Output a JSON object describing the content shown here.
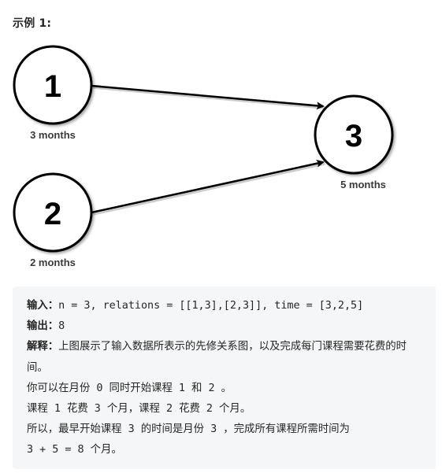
{
  "heading": "示例 1:",
  "diagram": {
    "nodes": [
      {
        "id": "1",
        "label": "1",
        "duration": "3 months"
      },
      {
        "id": "2",
        "label": "2",
        "duration": "2 months"
      },
      {
        "id": "3",
        "label": "3",
        "duration": "5 months"
      }
    ],
    "edges": [
      {
        "from": "1",
        "to": "3"
      },
      {
        "from": "2",
        "to": "3"
      }
    ]
  },
  "example": {
    "input_label": "输入：",
    "input_value": "n = 3, relations = [[1,3],[2,3]], time = [3,2,5]",
    "output_label": "输出：",
    "output_value": "8",
    "explain_label": "解释：",
    "explain_text": "上图展示了输入数据所表示的先修关系图，以及完成每门课程需要花费的时间。",
    "lines": [
      "你可以在月份 0 同时开始课程 1 和 2 。",
      "课程 1 花费 3 个月，课程 2 花费 2 个月。",
      "所以，最早开始课程 3 的时间是月份 3 ，完成所有课程所需时间为",
      "3 + 5 = 8 个月。"
    ]
  }
}
